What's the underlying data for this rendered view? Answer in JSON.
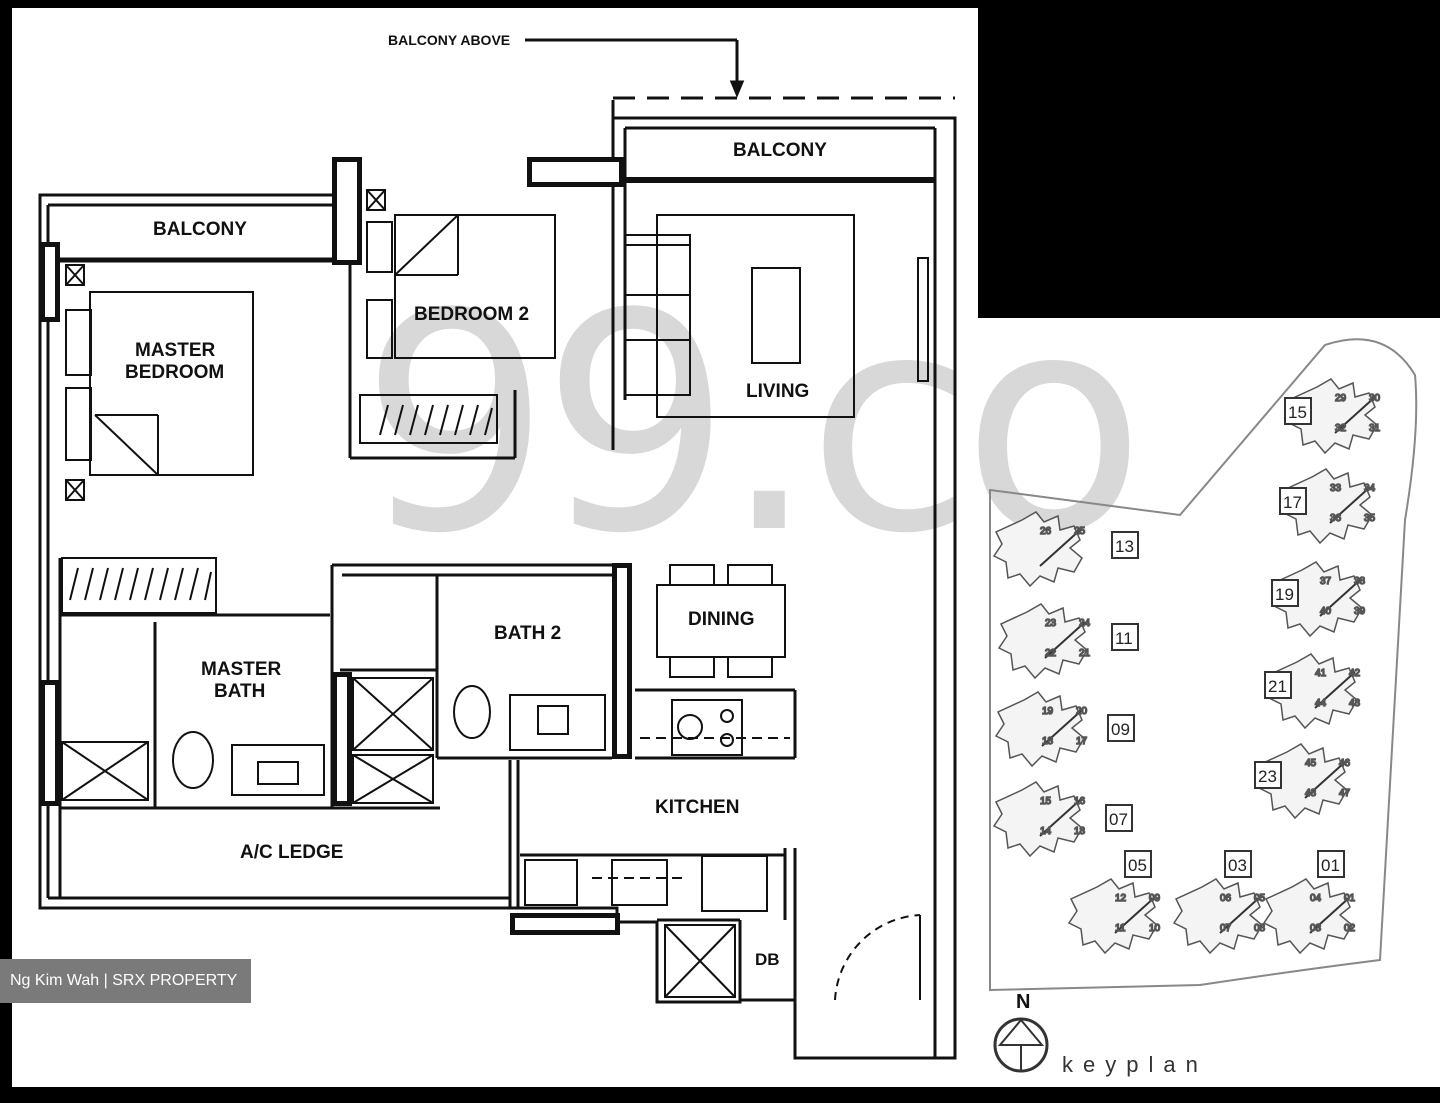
{
  "plan": {
    "balcony_above": "BALCONY ABOVE",
    "balcony_main": "BALCONY",
    "balcony_left": "BALCONY",
    "bedroom2": "BEDROOM 2",
    "master_bedroom_1": "MASTER",
    "master_bedroom_2": "BEDROOM",
    "living": "LIVING",
    "dining": "DINING",
    "bath2": "BATH 2",
    "master_bath_1": "MASTER",
    "master_bath_2": "BATH",
    "kitchen": "KITCHEN",
    "ac_ledge": "A/C LEDGE",
    "db": "DB"
  },
  "keyplan": {
    "north": "N",
    "label": "keyplan",
    "blocks": [
      "15",
      "17",
      "19",
      "21",
      "23",
      "13",
      "11",
      "09",
      "07",
      "05",
      "03",
      "01"
    ],
    "units": {
      "15": [
        "29",
        "30",
        "32",
        "31"
      ],
      "17": [
        "33",
        "34",
        "36",
        "35"
      ],
      "19": [
        "37",
        "38",
        "40",
        "39"
      ],
      "21": [
        "41",
        "42",
        "44",
        "43"
      ],
      "23": [
        "45",
        "46",
        "48",
        "47"
      ],
      "13": [
        "26",
        "25"
      ],
      "11": [
        "23",
        "24",
        "22",
        "21"
      ],
      "09": [
        "19",
        "20",
        "18",
        "17"
      ],
      "07": [
        "15",
        "16",
        "14",
        "13"
      ],
      "05": [
        "12",
        "09",
        "11",
        "10"
      ],
      "03": [
        "06",
        "05",
        "07",
        "08"
      ],
      "01": [
        "04",
        "01",
        "03",
        "02"
      ]
    }
  },
  "watermark": "99.co",
  "credit": "Ng Kim Wah | SRX PROPERTY"
}
